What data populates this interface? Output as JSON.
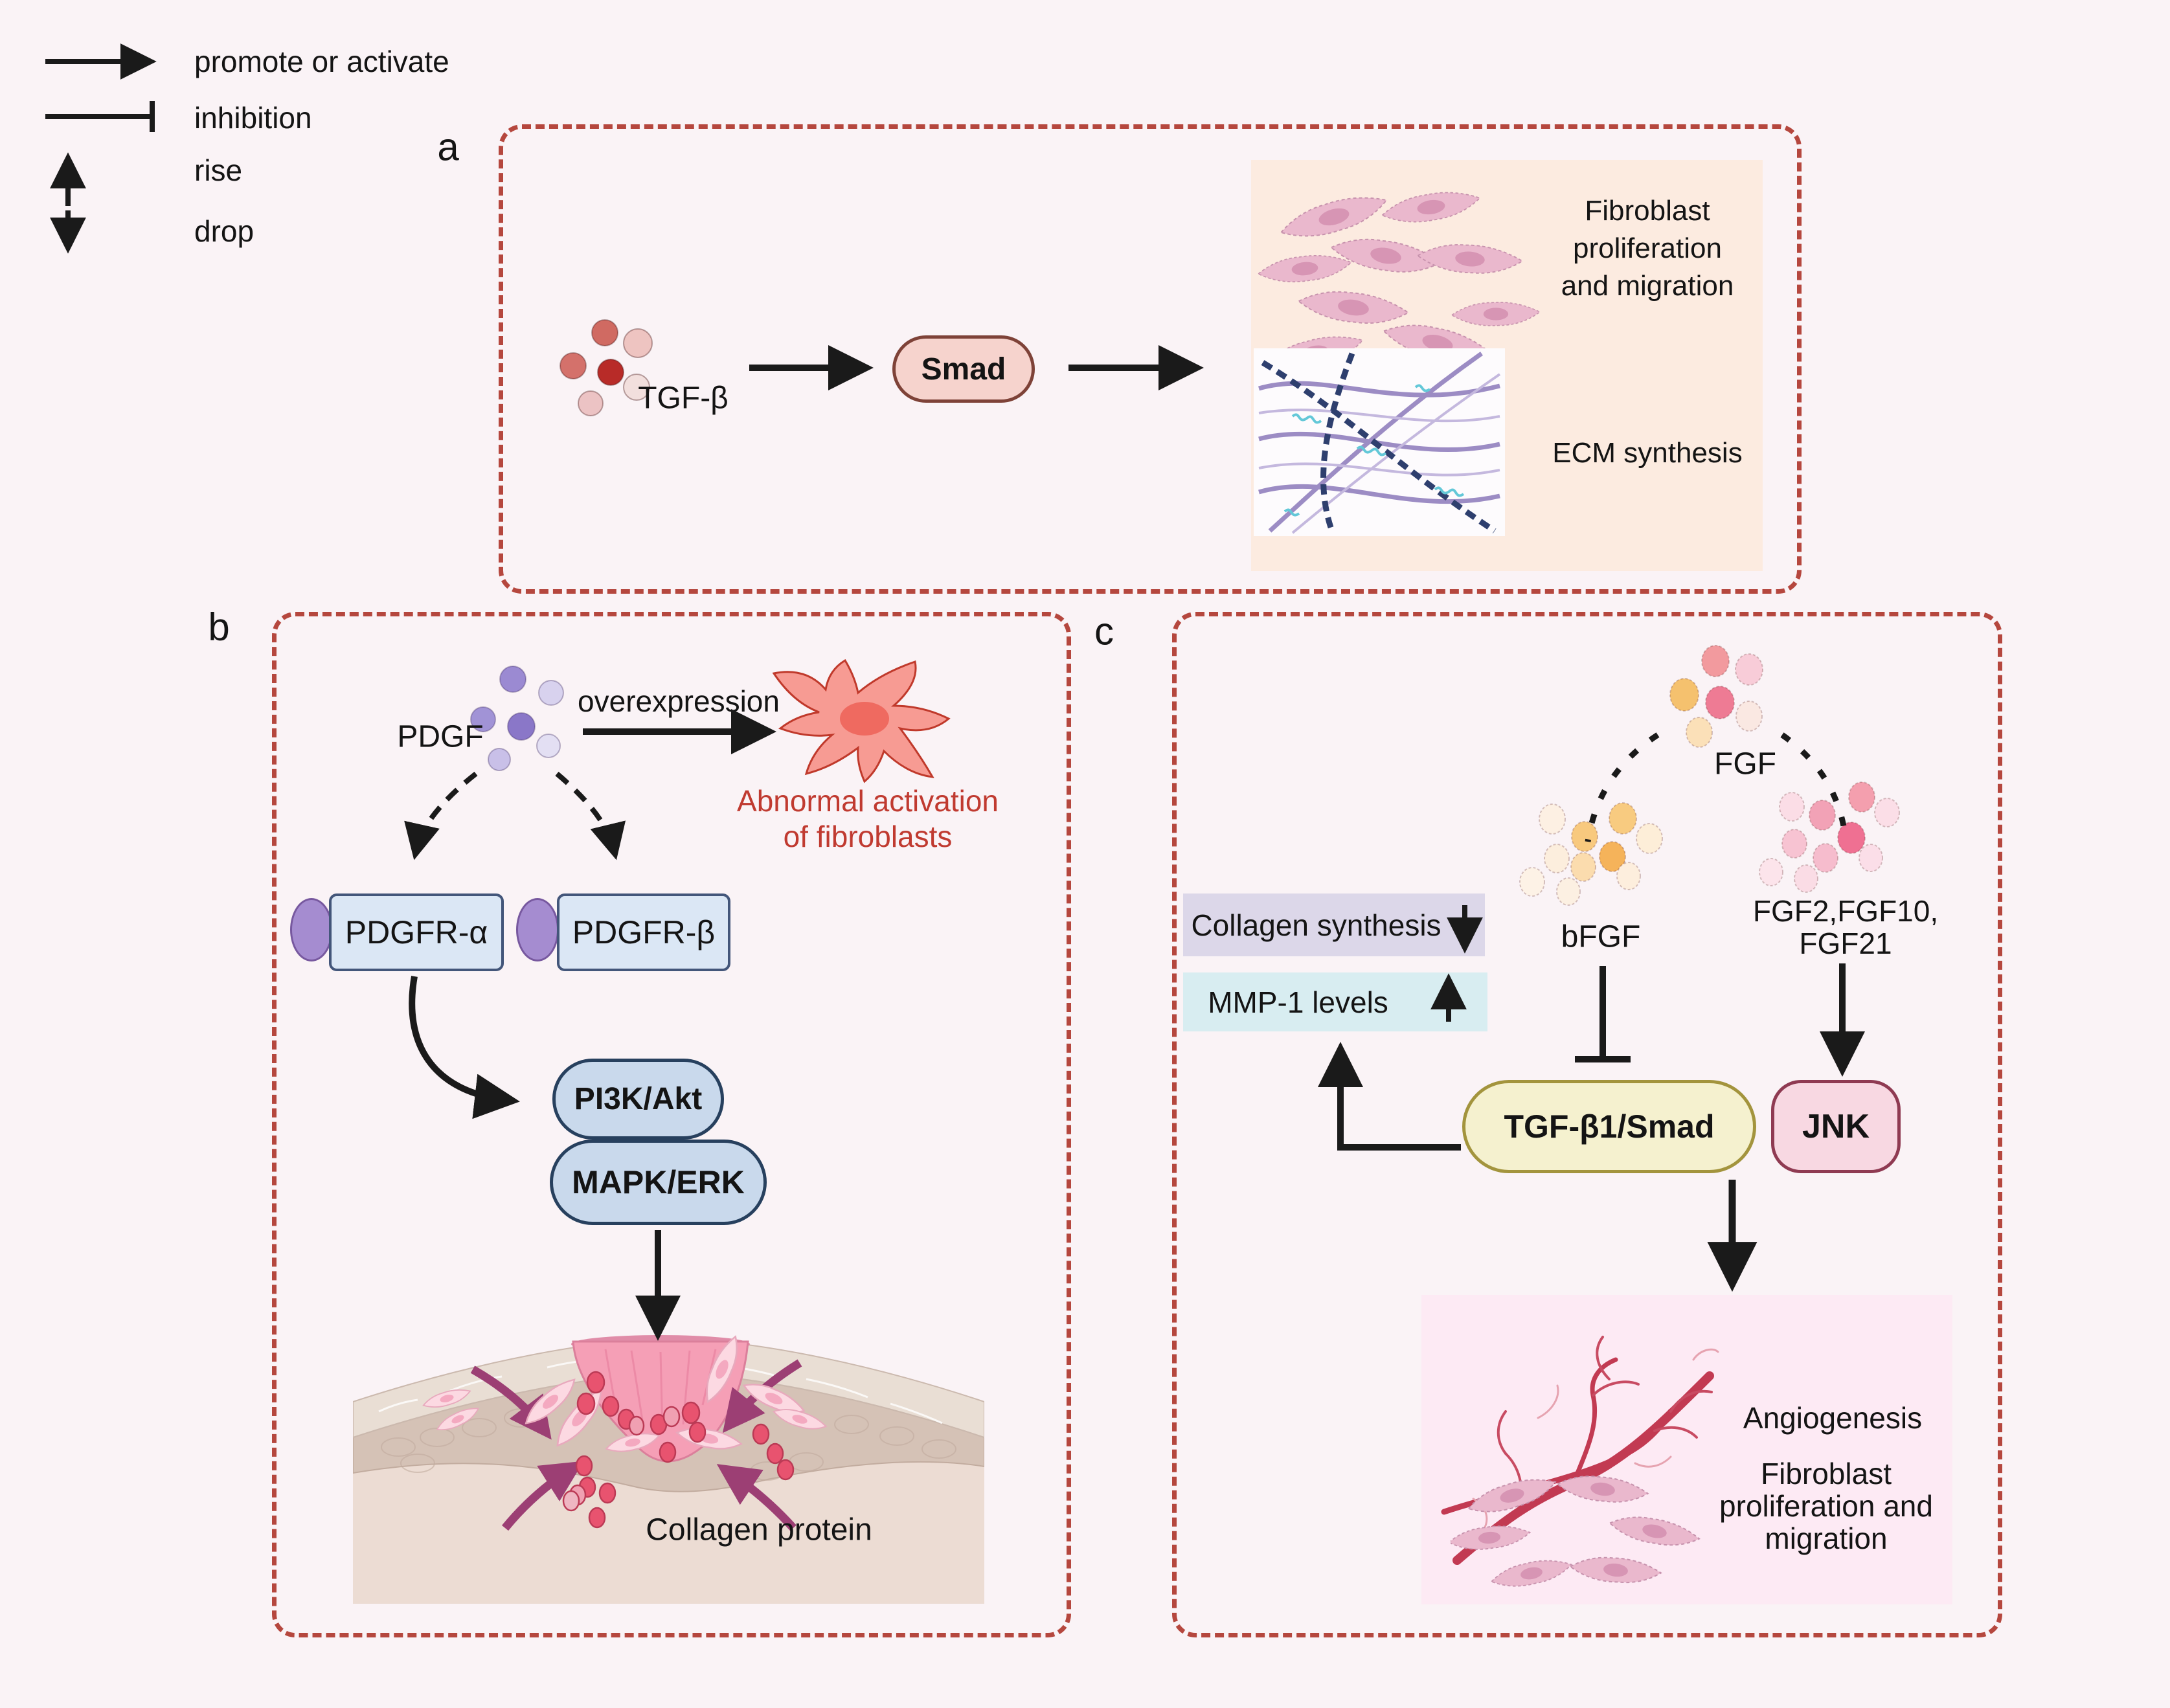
{
  "legend": {
    "items": [
      {
        "icon": "promote-arrow-icon",
        "label": "promote or activate"
      },
      {
        "icon": "inhibition-bar-icon",
        "label": "inhibition"
      },
      {
        "icon": "rise-arrow-icon",
        "label": "rise"
      },
      {
        "icon": "drop-arrow-icon",
        "label": "drop"
      }
    ]
  },
  "panels": {
    "a": {
      "label": "a",
      "ligand": "TGF-β",
      "mediator": "Smad",
      "outcome_top": "Fibroblast\nproliferation\nand migration",
      "outcome_bottom": "ECM synthesis"
    },
    "b": {
      "label": "b",
      "ligand": "PDGF",
      "overexpression": "overexpression",
      "abnormal_activation": "Abnormal activation\nof fibroblasts",
      "receptor_alpha": "PDGFR-α",
      "receptor_beta": "PDGFR-β",
      "kinase1": "PI3K/Akt",
      "kinase2": "MAPK/ERK",
      "outcome": "Collagen protein"
    },
    "c": {
      "label": "c",
      "ligand": "FGF",
      "subtype_left": "bFGF",
      "subtype_right": "FGF2,FGF10,\nFGF21",
      "effect_down": "Collagen synthesis",
      "effect_up": "MMP-1 levels",
      "pathway1": "TGF-β1/Smad",
      "pathway2": "JNK",
      "outcome1": "Angiogenesis",
      "outcome2": "Fibroblast\nproliferation and\nmigration"
    }
  },
  "colors": {
    "background": "#faf3f6",
    "panel_border": "#b5473e",
    "accent_red_text": "#c03a30",
    "arrow": "#1a1a1a",
    "smad_fill": "#f6d3cd",
    "smad_border": "#7e4238",
    "peach_box": "#fcebe0",
    "receptor_fill": "#dbe7f5",
    "receptor_border": "#43567a",
    "kinase_fill": "#c9d9ec",
    "kinase_border": "#27405e",
    "collagen_synthesis_box": "#dcd7e9",
    "mmp1_box": "#d8edf1",
    "tgfb1_fill": "#f5f1cf",
    "tgfb1_border": "#a3943d",
    "jnk_fill": "#f8d8e2",
    "jnk_border": "#8f3a52",
    "pink_outcome_box": "#fdeaf4",
    "wound_purple_arrow": "#9c3f74",
    "vessel_red": "#c23a52"
  }
}
